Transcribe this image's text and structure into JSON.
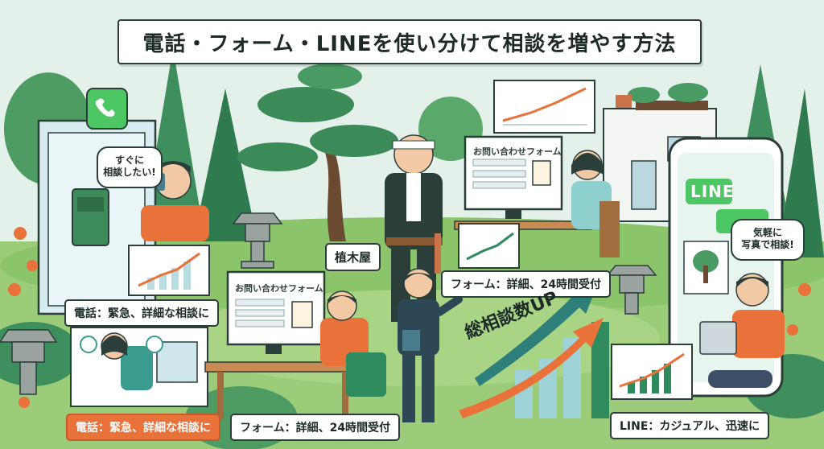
{
  "title": "電話・フォーム・LINEを使い分けて相談を増やす方法",
  "speech": {
    "phone_user": "すぐに\n相談したい!",
    "line_user": "気軽に\n写真で相談!"
  },
  "labels": {
    "gardener": "植木屋",
    "form_top": "フォーム：詳細、24時間受付",
    "phone_mid": "電話：緊急、詳細な相談に",
    "phone_bottom": "電話：緊急、詳細な相談に",
    "form_bottom": "フォーム：詳細、24時間受付",
    "line_bottom": "LINE：カジュアル、迅速に",
    "total_up": "総相談数UP"
  },
  "screens": {
    "form_top_title": "お問い合わせフォーム",
    "form_bottom_title": "お問い合わせフォーム",
    "line_header": "LINE"
  },
  "colors": {
    "orange": "#e9713a",
    "green": "#2f8a5e",
    "teal": "#2e7f7a",
    "line_green": "#4cc764"
  }
}
